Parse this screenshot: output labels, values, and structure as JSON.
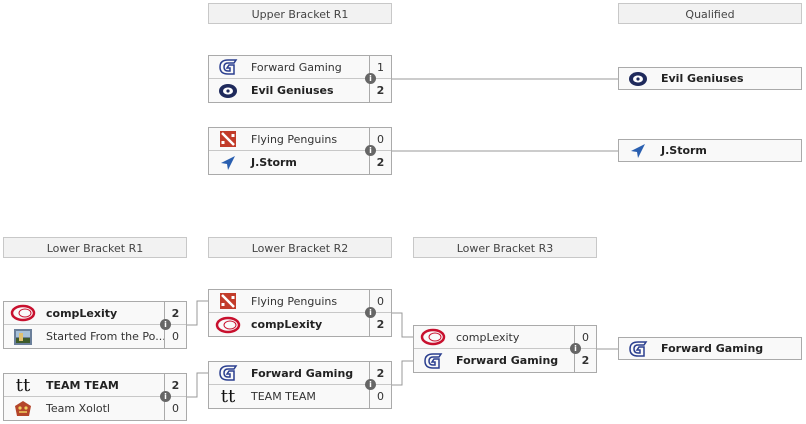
{
  "headers": {
    "ub_r1": "Upper Bracket R1",
    "qualified": "Qualified",
    "lb_r1": "Lower Bracket R1",
    "lb_r2": "Lower Bracket R2",
    "lb_r3": "Lower Bracket R3"
  },
  "info_symbol": "i",
  "matches": {
    "ub1": {
      "t1": {
        "name": "Forward Gaming",
        "score": "1"
      },
      "t2": {
        "name": "Evil Geniuses",
        "score": "2"
      }
    },
    "ub2": {
      "t1": {
        "name": "Flying Penguins",
        "score": "0"
      },
      "t2": {
        "name": "J.Storm",
        "score": "2"
      }
    },
    "lb1a": {
      "t1": {
        "name": "compLexity",
        "score": "2"
      },
      "t2": {
        "name": "Started From the Po...",
        "score": "0"
      }
    },
    "lb1b": {
      "t1": {
        "name": "TEAM TEAM",
        "score": "2"
      },
      "t2": {
        "name": "Team Xolotl",
        "score": "0"
      }
    },
    "lb2a": {
      "t1": {
        "name": "Flying Penguins",
        "score": "0"
      },
      "t2": {
        "name": "compLexity",
        "score": "2"
      }
    },
    "lb2b": {
      "t1": {
        "name": "Forward Gaming",
        "score": "2"
      },
      "t2": {
        "name": "TEAM TEAM",
        "score": "0"
      }
    },
    "lb3": {
      "t1": {
        "name": "compLexity",
        "score": "0"
      },
      "t2": {
        "name": "Forward Gaming",
        "score": "2"
      }
    }
  },
  "qualified": {
    "q1": "Evil Geniuses",
    "q2": "J.Storm",
    "q3": "Forward Gaming"
  },
  "logo_text": {
    "teamteam": "tt"
  },
  "colors": {
    "line": "#999999",
    "header_bg": "#f2f2f2",
    "border": "#aaaaaa"
  }
}
